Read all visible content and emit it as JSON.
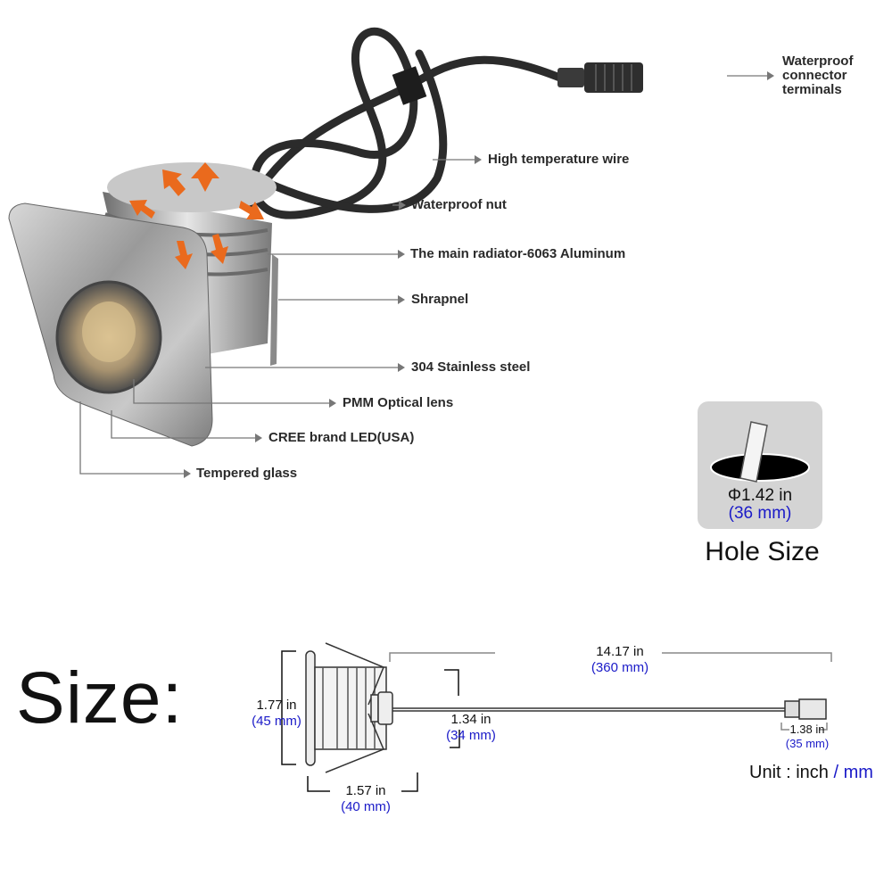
{
  "callouts": {
    "connector": [
      "Waterproof",
      "connector",
      "terminals"
    ],
    "wire": "High temperature wire",
    "nut": "Waterproof nut",
    "radiator": "The main radiator-6063 Aluminum",
    "shrapnel": "Shrapnel",
    "steel": "304 Stainless steel",
    "lens": "PMM Optical lens",
    "led": "CREE brand LED(USA)",
    "glass": "Tempered glass"
  },
  "hole": {
    "inch": "Φ1.42 in",
    "mm": "(36 mm)",
    "title": "Hole Size"
  },
  "size": {
    "title": "Size:",
    "height_in": "1.77 in",
    "height_mm": "(45 mm)",
    "depth_in": "1.57 in",
    "depth_mm": "(40 mm)",
    "nut_in": "1.34 in",
    "nut_mm": "(34 mm)",
    "cable_in": "14.17 in",
    "cable_mm": "(360 mm)",
    "connector_in": "1.38 in",
    "connector_mm": "(35 mm)",
    "unit_label": "Unit : inch",
    "unit_mm": "/ mm"
  },
  "colors": {
    "mm_text": "#1a1ac8",
    "arrow": "#e8601a"
  }
}
